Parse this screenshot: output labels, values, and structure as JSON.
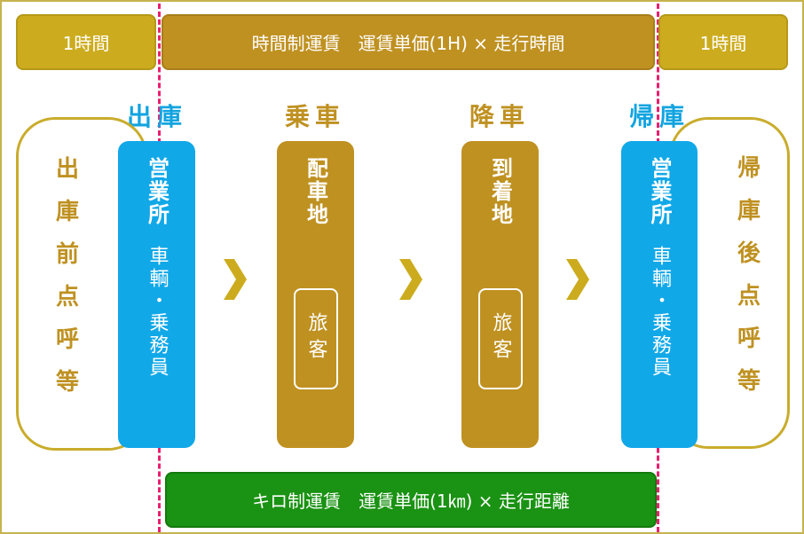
{
  "top": {
    "left_label": "1時間",
    "main_label": "時間制運賃　運賃単価(1H) × 走行時間",
    "right_label": "1時間"
  },
  "phases": {
    "depart": "出庫",
    "board": "乗車",
    "alight": "降車",
    "return": "帰庫"
  },
  "before": "出庫前点呼等",
  "after": "帰庫後点呼等",
  "columns": {
    "office_left": {
      "title": "営業所",
      "sub": "車輌・乗務員"
    },
    "pickup": {
      "title": "配車地",
      "box": "旅客"
    },
    "dropoff": {
      "title": "到着地",
      "box": "旅客"
    },
    "office_right": {
      "title": "営業所",
      "sub": "車輌・乗務員"
    }
  },
  "bottom": {
    "km_label": "キロ制運賃　運賃単価(1㎞) × 走行距離"
  },
  "colors": {
    "blue": "#11a8e8",
    "gold": "#bf9121",
    "yellow": "#ccac1e",
    "green": "#1a9213",
    "dash": "#e8206e"
  },
  "icons": [
    "chevron-right-icon"
  ]
}
